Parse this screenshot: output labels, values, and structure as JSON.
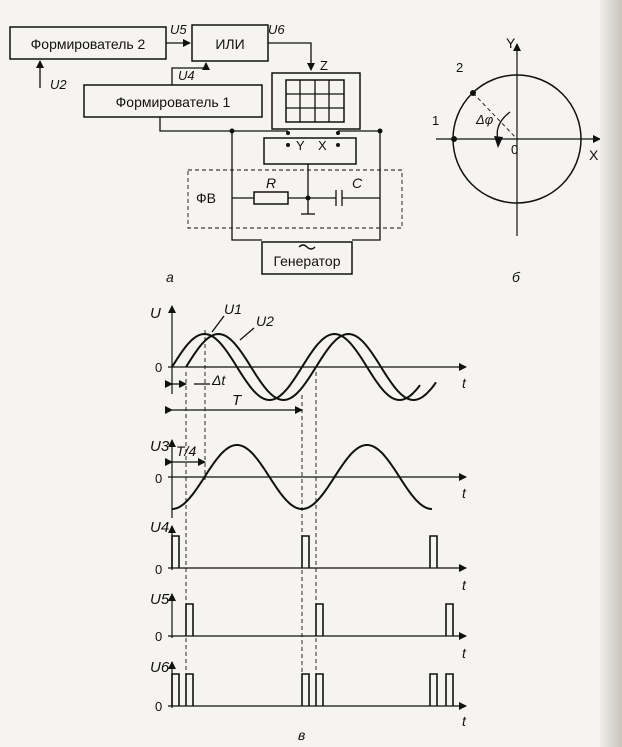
{
  "block_diagram": {
    "former2": "Формирователь 2",
    "former1": "Формирователь 1",
    "or_gate": "ИЛИ",
    "generator": "Генератор",
    "phase_shifter": "ФВ",
    "resistor": "R",
    "capacitor": "C",
    "u5": "U5",
    "u6": "U6",
    "u4": "U4",
    "u2": "U2",
    "z": "Z",
    "y": "Y",
    "x": "X",
    "caption": "а"
  },
  "phase_circle": {
    "y_axis": "Y",
    "x_axis": "X",
    "point1": "1",
    "point2": "2",
    "point0": "0",
    "delta_phi": "Δφ",
    "caption": "б"
  },
  "timing": {
    "caption": "в",
    "u_label": "U",
    "u1": "U1",
    "u2": "U2",
    "u3": "U3",
    "u4": "U4",
    "u5": "U5",
    "u6": "U6",
    "zero": "0",
    "t": "t",
    "dt": "Δt",
    "T": "T",
    "T4": "T/4"
  }
}
